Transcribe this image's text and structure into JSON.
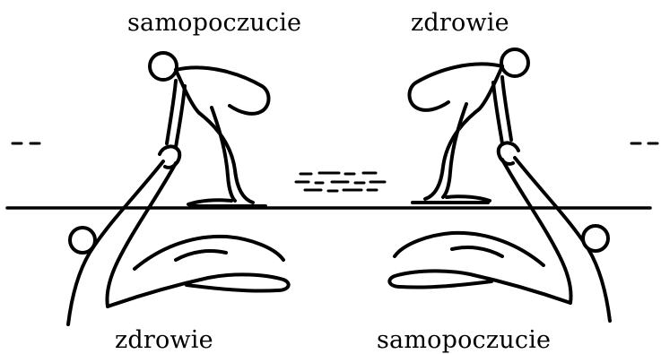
{
  "labels": {
    "top_left": "samopoczucie",
    "top_right": "zdrowie",
    "bottom_left": "zdrowie",
    "bottom_right": "samopoczucie"
  },
  "colors": {
    "ink": "#000000",
    "background": "#ffffff"
  }
}
